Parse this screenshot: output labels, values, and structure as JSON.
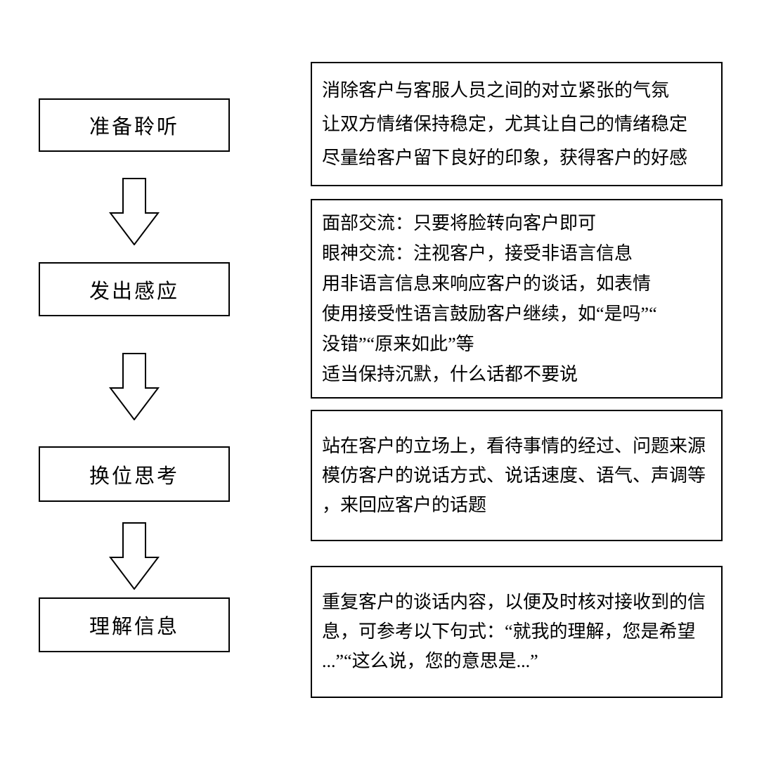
{
  "colors": {
    "background": "#ffffff",
    "border": "#000000",
    "text": "#000000"
  },
  "flowchart": {
    "steps": [
      {
        "label": "准备聆听",
        "lines": [
          "消除客户与客服人员之间的对立紧张的气氛",
          "让双方情绪保持稳定，尤其让自己的情绪稳定",
          "尽量给客户留下良好的印象，获得客户的好感"
        ]
      },
      {
        "label": "发出感应",
        "lines": [
          "面部交流：只要将脸转向客户即可",
          "眼神交流：注视客户，接受非语言信息",
          "用非语言信息来响应客户的谈话，如表情",
          "使用接受性语言鼓励客户继续，如“是吗”“",
          "没错”“原来如此”等",
          "适当保持沉默，什么话都不要说"
        ]
      },
      {
        "label": "换位思考",
        "lines": [
          "站在客户的立场上，看待事情的经过、问题来源",
          "模仿客户的说话方式、说话速度、语气、声调等",
          "，来回应客户的话题"
        ]
      },
      {
        "label": "理解信息",
        "lines": [
          "重复客户的谈话内容，以便及时核对接收到的信",
          "息，可参考以下句式：“就我的理解，您是希望",
          "...”“这么说，您的意思是...”"
        ]
      }
    ]
  }
}
